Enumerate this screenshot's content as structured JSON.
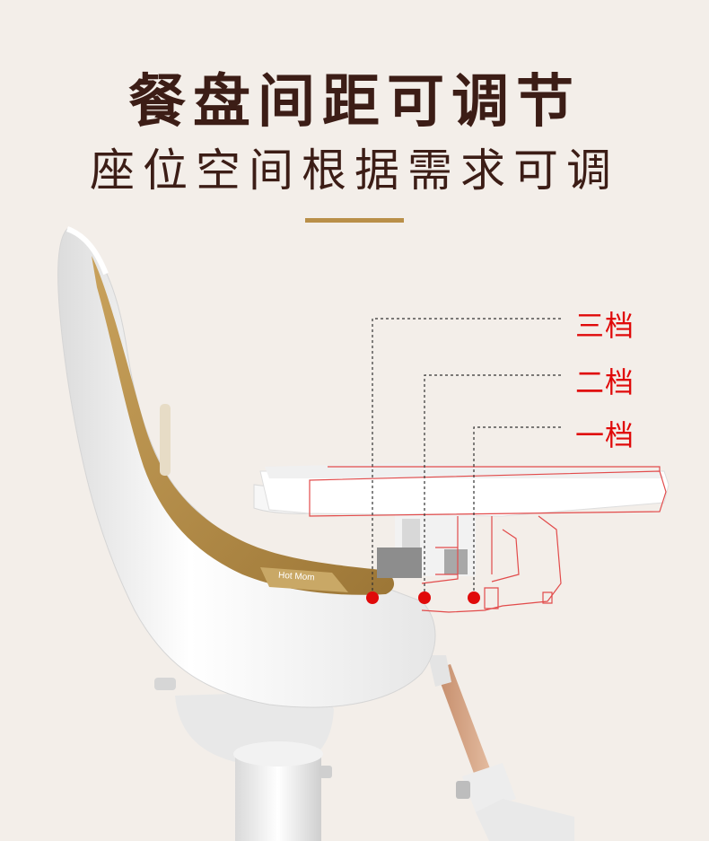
{
  "heading": {
    "title": "餐盘间距可调节",
    "subtitle": "座位空间根据需求可调"
  },
  "levels": {
    "level3": "三档",
    "level2": "二档",
    "level1": "一档"
  },
  "brand_badge": "Hot Mom",
  "colors": {
    "background": "#f3eee9",
    "title": "#3c1d16",
    "accent_gold": "#b98f48",
    "level_red": "#e00a0a"
  }
}
